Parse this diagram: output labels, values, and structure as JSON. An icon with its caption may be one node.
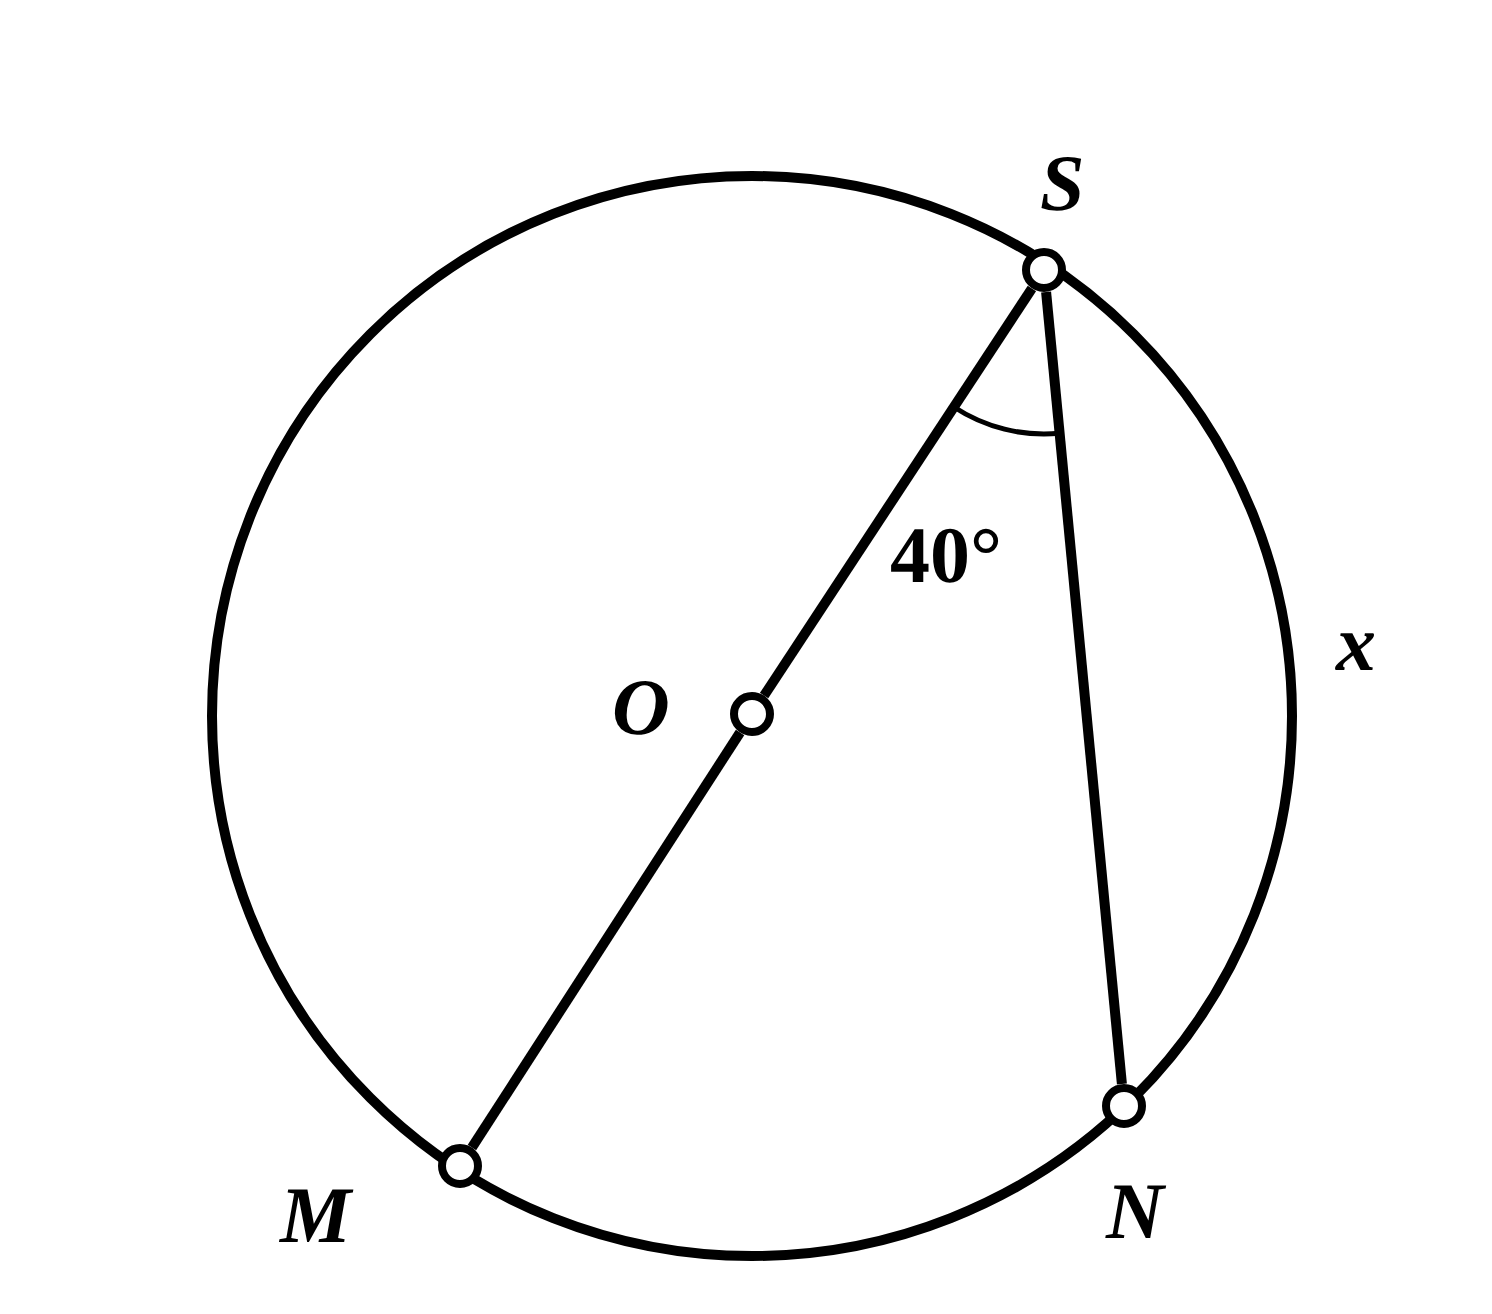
{
  "diagram": {
    "nodes": [
      {
        "text": [],
        "shape": "circle",
        "beside": [
          "S"
        ]
      },
      {
        "text": [],
        "shape": "circle",
        "beside": [
          "O"
        ]
      },
      {
        "text": [],
        "shape": "circle",
        "beside": [
          "M"
        ]
      },
      {
        "text": [],
        "shape": "circle",
        "beside": [
          "N"
        ]
      }
    ],
    "edges": [
      {
        "from": 0,
        "to": 1,
        "arrow": "none"
      },
      {
        "from": 1,
        "to": 2,
        "arrow": "none"
      },
      {
        "from": 0,
        "to": 3,
        "arrow": "none"
      }
    ],
    "labels": [
      "40°",
      "x"
    ]
  }
}
